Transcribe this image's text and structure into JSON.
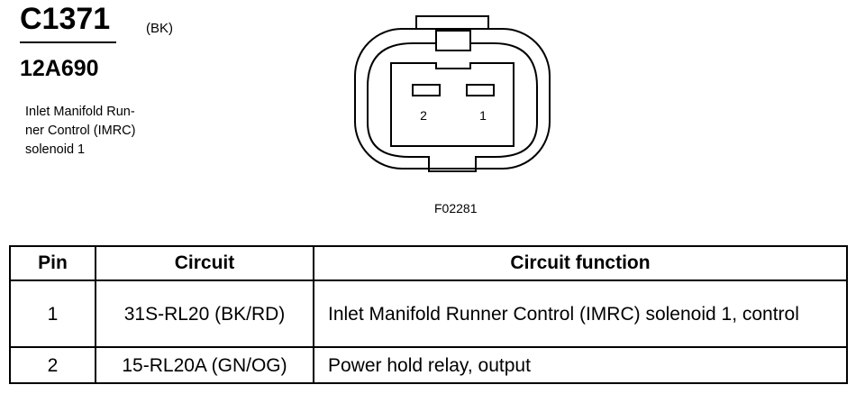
{
  "connector": {
    "id": "C1371",
    "color": "(BK)",
    "part_number": "12A690",
    "description": "Inlet Manifold Run-\nner Control (IMRC)\nsolenoid 1"
  },
  "diagram": {
    "pin_labels": [
      "2",
      "1"
    ],
    "figure_id": "F02281"
  },
  "table": {
    "headers": [
      "Pin",
      "Circuit",
      "Circuit function"
    ],
    "rows": [
      {
        "pin": "1",
        "circuit": "31S-RL20 (BK/RD)",
        "function": "Inlet Manifold Runner Control (IMRC) solenoid 1, control"
      },
      {
        "pin": "2",
        "circuit": "15-RL20A (GN/OG)",
        "function": "Power hold relay, output"
      }
    ]
  }
}
